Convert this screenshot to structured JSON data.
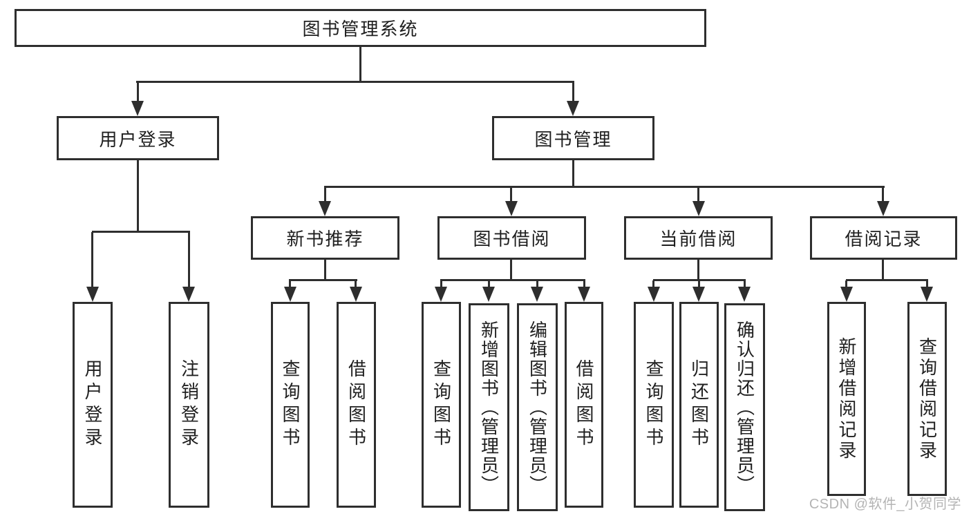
{
  "root": {
    "label": "图书管理系统"
  },
  "user_login": {
    "label": "用户登录",
    "children": [
      {
        "label": "用户登录"
      },
      {
        "label": "注销登录"
      }
    ]
  },
  "book_mgmt": {
    "label": "图书管理",
    "sections": [
      {
        "label": "新书推荐",
        "children": [
          {
            "label": "查询图书"
          },
          {
            "label": "借阅图书"
          }
        ]
      },
      {
        "label": "图书借阅",
        "children": [
          {
            "label": "查询图书"
          },
          {
            "label": "新增图书（管理员）"
          },
          {
            "label": "编辑图书（管理员）"
          },
          {
            "label": "借阅图书"
          }
        ]
      },
      {
        "label": "当前借阅",
        "children": [
          {
            "label": "查询图书"
          },
          {
            "label": "归还图书"
          },
          {
            "label": "确认归还（管理员）"
          }
        ]
      },
      {
        "label": "借阅记录",
        "children": [
          {
            "label": "新增借阅记录"
          },
          {
            "label": "查询借阅记录"
          }
        ]
      }
    ]
  },
  "watermark": "CSDN @软件_小贺同学",
  "colors": {
    "line": "#2e2e2e",
    "text": "#1f1f1f",
    "watermark": "#b4b4b4"
  }
}
